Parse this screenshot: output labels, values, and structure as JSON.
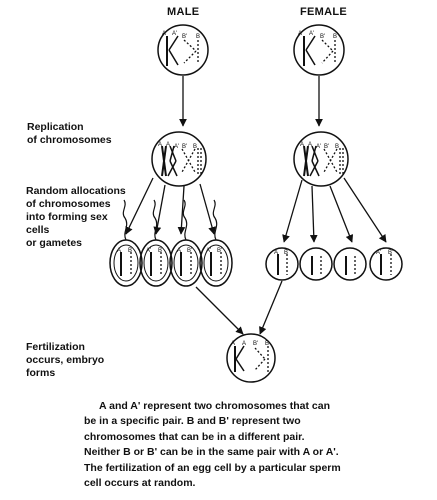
{
  "headers": {
    "male": "MALE",
    "female": "FEMALE"
  },
  "labels": {
    "replication": [
      "Replication",
      "of chromosomes"
    ],
    "allocation": [
      "Random allocations",
      "of chromosomes",
      "into forming sex",
      "cells",
      "or gametes"
    ],
    "fertilization": [
      "Fertilization",
      "occurs, embryo",
      "forms"
    ]
  },
  "chromosome_letters": {
    "a": "A",
    "a_prime": "A'",
    "b": "B",
    "b_prime": "B'"
  },
  "caption": [
    "A and A' represent two chromosomes that can",
    "be in a specific pair. B and B' represent two",
    "chromosomes that can be in a different pair.",
    "Neither B or B' can be in the same pair with A or A'.",
    "The fertilization of an egg cell by a particular sperm",
    "cell occurs at random."
  ]
}
